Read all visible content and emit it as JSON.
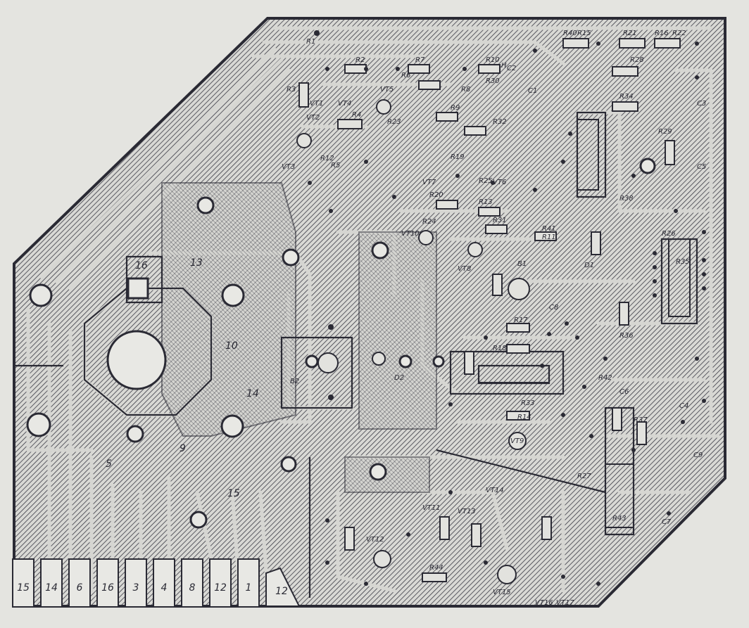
{
  "colors": {
    "paper": "#e4e4e0",
    "hatch": "#3a3a44",
    "ink": "#2a2a34",
    "trace_bg": "#d6d6d2"
  },
  "board": {
    "pad_labels": [
      "13",
      "16",
      "10",
      "14",
      "9",
      "5",
      "15"
    ],
    "component_labels": [
      "R1",
      "R2",
      "R3",
      "R4",
      "R5",
      "R6",
      "R7",
      "R8",
      "R9",
      "R10",
      "R11",
      "R12",
      "R13",
      "R14",
      "R15",
      "R16",
      "R17",
      "R18",
      "R19",
      "R20",
      "R21",
      "R22",
      "R23",
      "R24",
      "R25",
      "R26",
      "R27",
      "R28",
      "R29",
      "R30",
      "R31",
      "R32",
      "R33",
      "R34",
      "R35",
      "R36",
      "R37",
      "R38",
      "R40",
      "R41",
      "R42",
      "R43",
      "R44",
      "VT1",
      "VT2",
      "VT3",
      "VT4",
      "VT5",
      "VT6",
      "VT7",
      "VT8",
      "VT9",
      "VT10",
      "VT11",
      "VT12",
      "VT13",
      "VT14",
      "VT15",
      "VT16",
      "VT17",
      "C1",
      "C2",
      "C3",
      "C4",
      "C5",
      "C6",
      "C7",
      "C8",
      "C9",
      "B1",
      "B2",
      "D1",
      "D2",
      "H"
    ],
    "edge_contacts": [
      "15",
      "14",
      "6",
      "16",
      "3",
      "4",
      "8",
      "12",
      "1",
      "12"
    ]
  }
}
